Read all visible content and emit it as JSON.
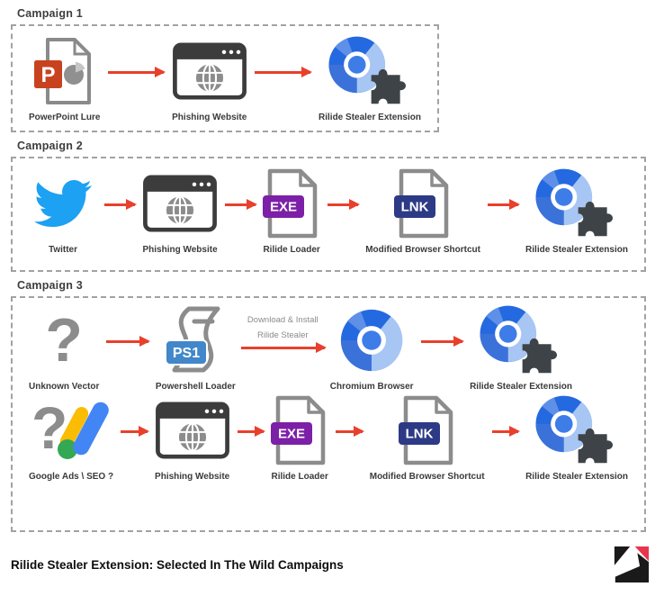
{
  "colors": {
    "arrow_red": "#E8402C",
    "dash_border": "#A2A2A2",
    "label_dark": "#3A3A3A",
    "icon_gray": "#8C8C8C",
    "browser_dark": "#3C3C3C",
    "twitter_blue": "#1DA1F2",
    "powerpoint_red": "#C8421F",
    "exe_purple": "#7C20A8",
    "lnk_navy": "#2D3A85",
    "ps1_blue": "#4187C9",
    "chromium_blue": "#2469E0",
    "chromium_mid": "#3B72DA",
    "chromium_light": "#A7C6F3",
    "puzzle_gray": "#3E4347",
    "logo_red": "#E8354D",
    "logo_black": "#1A1A1A"
  },
  "campaigns": [
    {
      "label": "Campaign 1",
      "rows": [
        {
          "nodes": [
            {
              "label": "PowerPoint Lure",
              "badge": "P"
            },
            {
              "label": "Phishing Website"
            },
            {
              "label": "Rilide Stealer Extension"
            }
          ]
        }
      ]
    },
    {
      "label": "Campaign 2",
      "rows": [
        {
          "nodes": [
            {
              "label": "Twitter"
            },
            {
              "label": "Phishing Website"
            },
            {
              "label": "Rilide Loader",
              "badge": "EXE"
            },
            {
              "label": "Modified Browser Shortcut",
              "badge": "LNK"
            },
            {
              "label": "Rilide Stealer Extension"
            }
          ]
        }
      ]
    },
    {
      "label": "Campaign 3",
      "rows": [
        {
          "nodes": [
            {
              "label": "Unknown Vector",
              "glyph": "?"
            },
            {
              "label": "Powershell Loader",
              "badge": "PS1"
            },
            {
              "label": "Chromium Browser"
            },
            {
              "label": "Rilide Stealer Extension"
            }
          ],
          "arrow_caption": [
            "Download & Install",
            "Rilide Stealer"
          ]
        },
        {
          "nodes": [
            {
              "label": "Google Ads \\ SEO ?",
              "glyph": "?"
            },
            {
              "label": "Phishing Website"
            },
            {
              "label": "Rilide Loader",
              "badge": "EXE"
            },
            {
              "label": "Modified Browser Shortcut",
              "badge": "LNK"
            },
            {
              "label": "Rilide Stealer Extension"
            }
          ]
        }
      ]
    }
  ],
  "footer": {
    "title": "Rilide Stealer Extension: Selected In The Wild Campaigns",
    "logo": "trustwave-mark"
  }
}
